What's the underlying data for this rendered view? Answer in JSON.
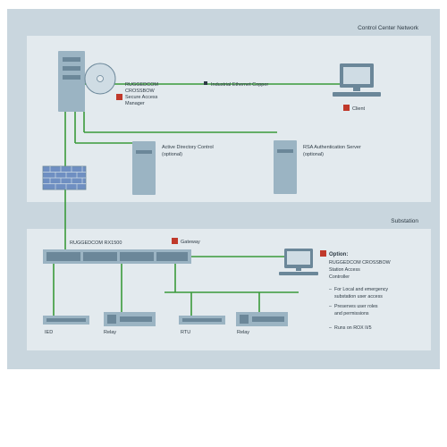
{
  "colors": {
    "frame": "#c9d6de",
    "panel": "#e3eaee",
    "line_green": "#3a9a3a",
    "device_fill": "#9bb4c3",
    "device_dark": "#6b8799",
    "device_light": "#cfdce4",
    "firewall": "#6f8fc2",
    "text": "#2d3a44",
    "label_icon": "#c0392b"
  },
  "sections": {
    "top_title": "Control Center Network",
    "bottom_title": "Substation"
  },
  "top": {
    "server_label": [
      "RUGGEDCOM",
      "CROSSBOW",
      "Secure Access",
      "Manager"
    ],
    "ethernet_label": "Industrial Ethernet Copper",
    "client_label": "Client",
    "ad_label": [
      "Active Directory Control",
      "(optional)"
    ],
    "radius_label": [
      "RSA Authentication Server",
      "(optional)"
    ]
  },
  "bottom": {
    "switch_label": "RUGGEDCOM RX1500",
    "gateway_label": "Gateway",
    "option_title": "Option:",
    "option_lines": [
      "RUGGEDCOM CROSSBOW",
      "Station Access",
      "Controller"
    ],
    "bullets": [
      [
        "For Local and emergency",
        "substation user access"
      ],
      [
        "Preserves user roles",
        "and permissions"
      ],
      [
        "Runs on ROX II/5"
      ]
    ],
    "devices": [
      "IED",
      "Relay",
      "RTU",
      "Relay"
    ]
  }
}
